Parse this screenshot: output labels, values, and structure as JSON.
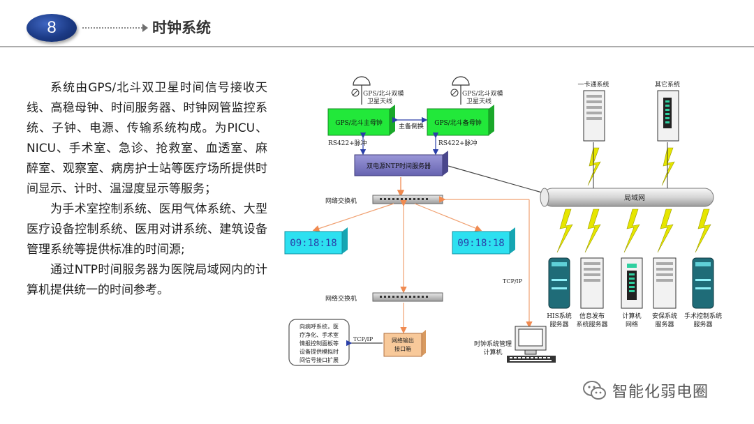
{
  "header": {
    "number": "8",
    "title": "时钟系统"
  },
  "paragraphs": [
    "系统由GPS/北斗双卫星时间信号接收天线、高稳母钟、时间服务器、时钟网管监控系统、子钟、电源、传输系统构成。为PICU、NICU、手术室、急诊、抢救室、血透室、麻醉室、观察室、病房护士站等医疗场所提供时间显示、计时、温湿度显示等服务；",
    "为手术室控制系统、医用气体系统、大型医疗设备控制系统、医用对讲系统、建筑设备管理系统等提供标准的时间源;",
    "通过NTP时间服务器为医院局域网内的计算机提供统一的时间参考。"
  ],
  "diagram": {
    "antenna_main_label_1": "GPS/北斗双模",
    "antenna_main_label_2": "卫星天线",
    "antenna_backup_label_1": "GPS/北斗双模",
    "antenna_backup_label_2": "卫星天线",
    "master_clock": "GPS/北斗主母钟",
    "backup_clock": "GPS/北斗备母钟",
    "switchover": "主备倒换",
    "rs422_left": "RS422+脉冲",
    "rs422_right": "RS422+脉冲",
    "ntp_server": "双电源NTP时间服务器",
    "switch_top": "网络交换机",
    "switch_bottom": "网络交换机",
    "clock_left": "09:18:18",
    "clock_right": "09:18:18",
    "tcpip_vertical": "TCP/IP",
    "tcpip_horizontal": "TCP/IP",
    "lan": "局域网",
    "card_system": "一卡通系统",
    "other_system": "其它系统",
    "nurse_call_lines": [
      "向病呼系统，医",
      "疗净化、手术室",
      "情报控制面板等",
      "设备提供模拟时",
      "间信号接口扩展"
    ],
    "output_box_lines": [
      "网络输出",
      "接口箱"
    ],
    "mgmt_pc_lines": [
      "时钟系统管理",
      "计算机"
    ],
    "servers": [
      {
        "line1": "HIS系统",
        "line2": "服务器"
      },
      {
        "line1": "信息发布",
        "line2": "系统服务器"
      },
      {
        "line1": "计算机",
        "line2": "网络"
      },
      {
        "line1": "安保系统",
        "line2": "服务器"
      },
      {
        "line1": "手术控制系统",
        "line2": "服务器"
      }
    ]
  },
  "watermark": {
    "text": "智能化弱电圈",
    "icon": "wechat-icon"
  },
  "colors": {
    "accent_blue": "#1c3b86",
    "green_clock": "#22e83a",
    "cyan_clock": "#2de0f0",
    "ntp_purple": "#7d7ac4",
    "lightning": "#e6e600",
    "link_orange": "#f0a070"
  }
}
